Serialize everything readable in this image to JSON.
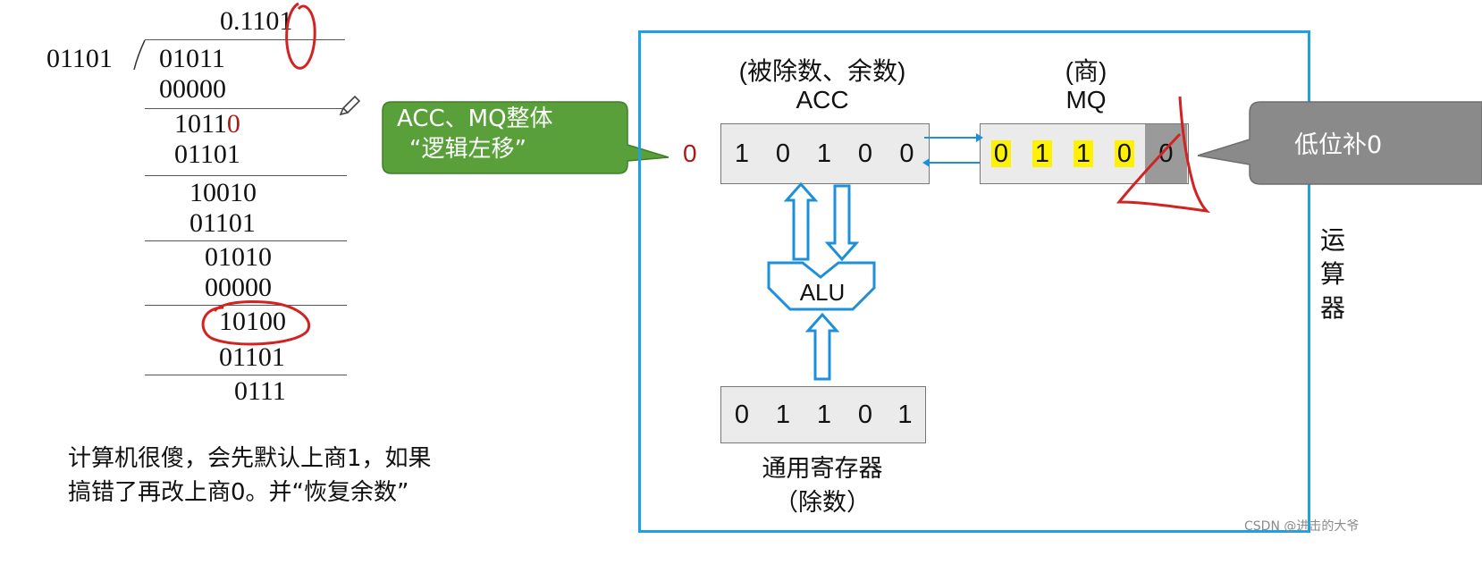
{
  "division": {
    "quotient": "0.1101",
    "divisor": "01101",
    "steps": [
      "01011",
      "00000",
      "10110",
      "01101",
      "10010",
      "01101",
      "01010",
      "00000",
      "10100",
      "01101",
      "0111"
    ]
  },
  "explanation": {
    "line1": "计算机很傻，会先默认上商1，如果",
    "line2": "搞错了再改上商0。并“恢复余数”"
  },
  "callout_shift": {
    "line1": "ACC、MQ整体",
    "line2": "“逻辑左移”"
  },
  "callout_fill": {
    "text": "低位补0"
  },
  "acc": {
    "caption": "(被除数、余数)",
    "name": "ACC",
    "shifted_out": "0",
    "bits": [
      "1",
      "0",
      "1",
      "0",
      "0"
    ]
  },
  "mq": {
    "caption": "(商)",
    "name": "MQ",
    "bits": [
      "0",
      "1",
      "1",
      "0",
      "0"
    ]
  },
  "alu": {
    "label": "ALU"
  },
  "register": {
    "bits": [
      "0",
      "1",
      "1",
      "0",
      "1"
    ],
    "name": "通用寄存器",
    "caption": "（除数）"
  },
  "unit_label": [
    "运",
    "算",
    "器"
  ],
  "watermark": "CSDN @进击的大爷",
  "colors": {
    "panel_border": "#1ea0e6",
    "bus_arrow": "#1e90d8",
    "callout_green": "#5aa03a",
    "callout_gray": "#8a8a8a",
    "handwriting_red": "#d22222",
    "bit_highlight": "#fff200"
  }
}
